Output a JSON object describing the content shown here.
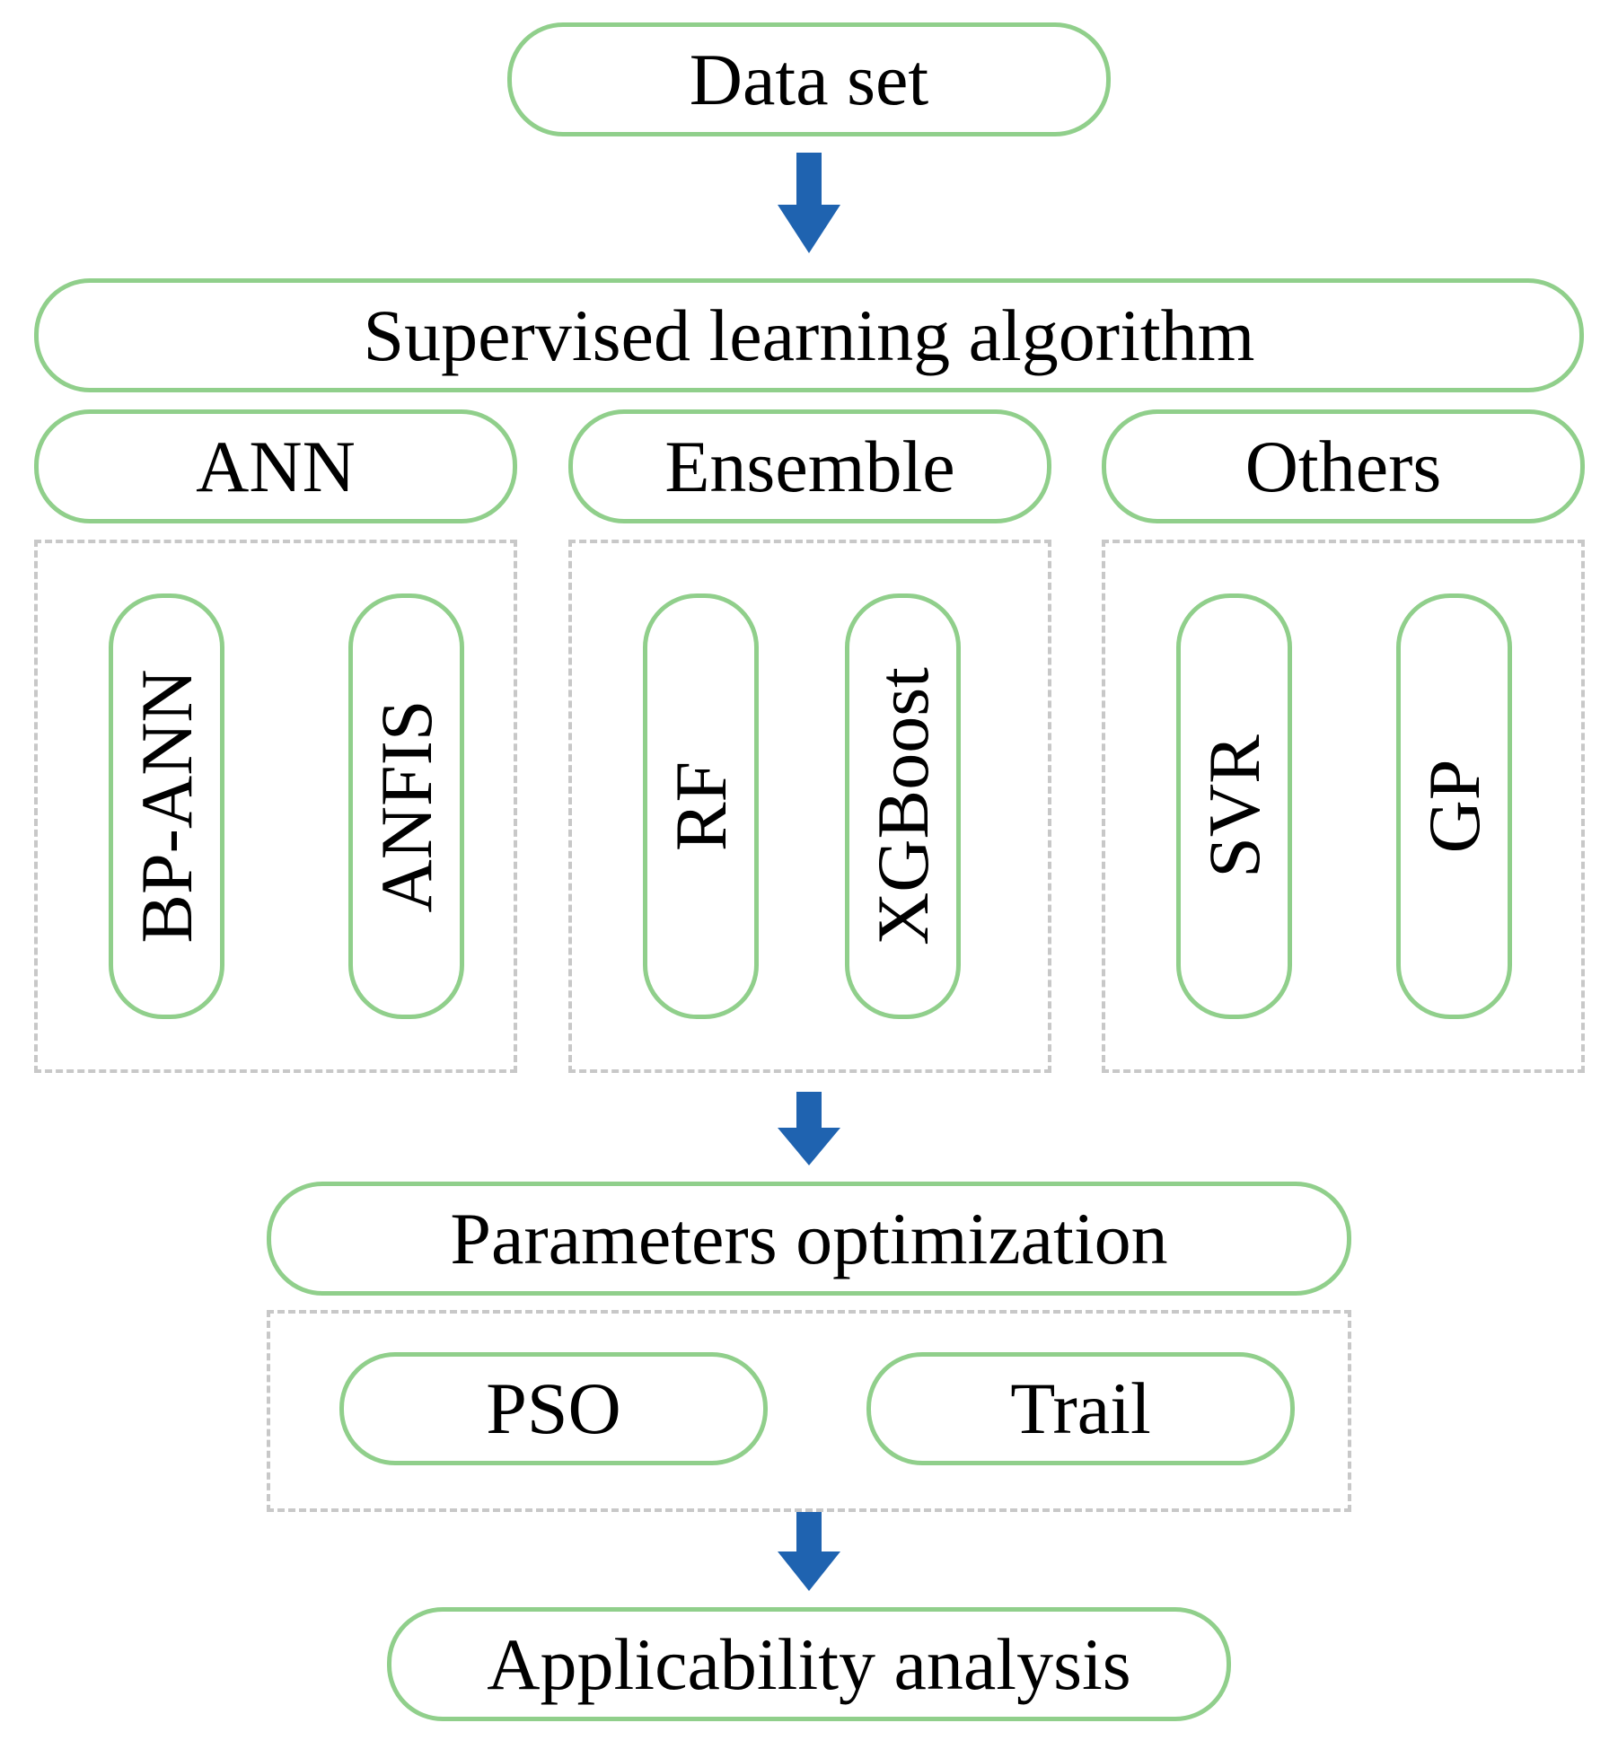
{
  "colors": {
    "box_border": "#90cf8b",
    "dashed_border": "#c8c8c8",
    "arrow_fill": "#1f63b0",
    "text": "#000000"
  },
  "nodes": {
    "data_set": "Data set",
    "supervised": "Supervised learning algorithm",
    "ann": "ANN",
    "ensemble": "Ensemble",
    "others": "Others",
    "bp_ann": "BP-ANN",
    "anfis": "ANFIS",
    "rf": "RF",
    "xgboost": "XGBoost",
    "svr": "SVR",
    "gp": "GP",
    "parameters_optimization": "Parameters optimization",
    "pso": "PSO",
    "trail": "Trail",
    "applicability_analysis": "Applicability analysis"
  },
  "arrows": [
    {
      "from": "data_set",
      "to": "supervised"
    },
    {
      "from": "supervised",
      "to": "parameters_optimization"
    },
    {
      "from": "parameters_optimization",
      "to": "applicability_analysis"
    }
  ]
}
